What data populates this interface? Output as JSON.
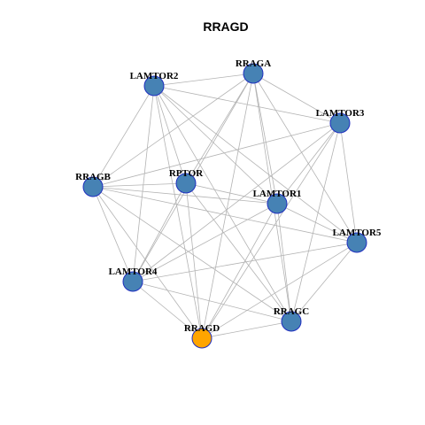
{
  "title": "RRAGD",
  "colors": {
    "node_default": "#4682b4",
    "node_highlight": "#ffa500",
    "node_border": "#1f2fbf",
    "edge": "#b3b3b3"
  },
  "nodes": [
    {
      "id": "RRAGD",
      "highlight": true
    },
    {
      "id": "RRAGA",
      "highlight": false
    },
    {
      "id": "LAMTOR2",
      "highlight": false
    },
    {
      "id": "LAMTOR3",
      "highlight": false
    },
    {
      "id": "RRAGB",
      "highlight": false
    },
    {
      "id": "RPTOR",
      "highlight": false
    },
    {
      "id": "LAMTOR1",
      "highlight": false
    },
    {
      "id": "LAMTOR5",
      "highlight": false
    },
    {
      "id": "LAMTOR4",
      "highlight": false
    },
    {
      "id": "RRAGC",
      "highlight": false
    }
  ],
  "edges": [
    [
      "LAMTOR2",
      "RRAGA"
    ],
    [
      "LAMTOR2",
      "LAMTOR3"
    ],
    [
      "LAMTOR2",
      "RRAGB"
    ],
    [
      "LAMTOR2",
      "RPTOR"
    ],
    [
      "LAMTOR2",
      "LAMTOR1"
    ],
    [
      "LAMTOR2",
      "LAMTOR5"
    ],
    [
      "LAMTOR2",
      "LAMTOR4"
    ],
    [
      "LAMTOR2",
      "RRAGD"
    ],
    [
      "LAMTOR2",
      "RRAGC"
    ],
    [
      "RRAGA",
      "LAMTOR3"
    ],
    [
      "RRAGA",
      "RRAGB"
    ],
    [
      "RRAGA",
      "RPTOR"
    ],
    [
      "RRAGA",
      "LAMTOR1"
    ],
    [
      "RRAGA",
      "LAMTOR5"
    ],
    [
      "RRAGA",
      "LAMTOR4"
    ],
    [
      "RRAGA",
      "RRAGD"
    ],
    [
      "RRAGA",
      "RRAGC"
    ],
    [
      "LAMTOR3",
      "RRAGB"
    ],
    [
      "LAMTOR3",
      "LAMTOR1"
    ],
    [
      "LAMTOR3",
      "LAMTOR5"
    ],
    [
      "LAMTOR3",
      "LAMTOR4"
    ],
    [
      "LAMTOR3",
      "RRAGD"
    ],
    [
      "LAMTOR3",
      "RRAGC"
    ],
    [
      "RRAGB",
      "RPTOR"
    ],
    [
      "RRAGB",
      "LAMTOR1"
    ],
    [
      "RRAGB",
      "LAMTOR5"
    ],
    [
      "RRAGB",
      "LAMTOR4"
    ],
    [
      "RRAGB",
      "RRAGD"
    ],
    [
      "RRAGB",
      "RRAGC"
    ],
    [
      "RPTOR",
      "LAMTOR1"
    ],
    [
      "RPTOR",
      "LAMTOR4"
    ],
    [
      "RPTOR",
      "RRAGD"
    ],
    [
      "RPTOR",
      "RRAGC"
    ],
    [
      "LAMTOR1",
      "LAMTOR5"
    ],
    [
      "LAMTOR1",
      "LAMTOR4"
    ],
    [
      "LAMTOR1",
      "RRAGD"
    ],
    [
      "LAMTOR1",
      "RRAGC"
    ],
    [
      "LAMTOR5",
      "LAMTOR4"
    ],
    [
      "LAMTOR5",
      "RRAGD"
    ],
    [
      "LAMTOR5",
      "RRAGC"
    ],
    [
      "LAMTOR4",
      "RRAGD"
    ],
    [
      "LAMTOR4",
      "RRAGC"
    ],
    [
      "RRAGD",
      "RRAGC"
    ]
  ]
}
